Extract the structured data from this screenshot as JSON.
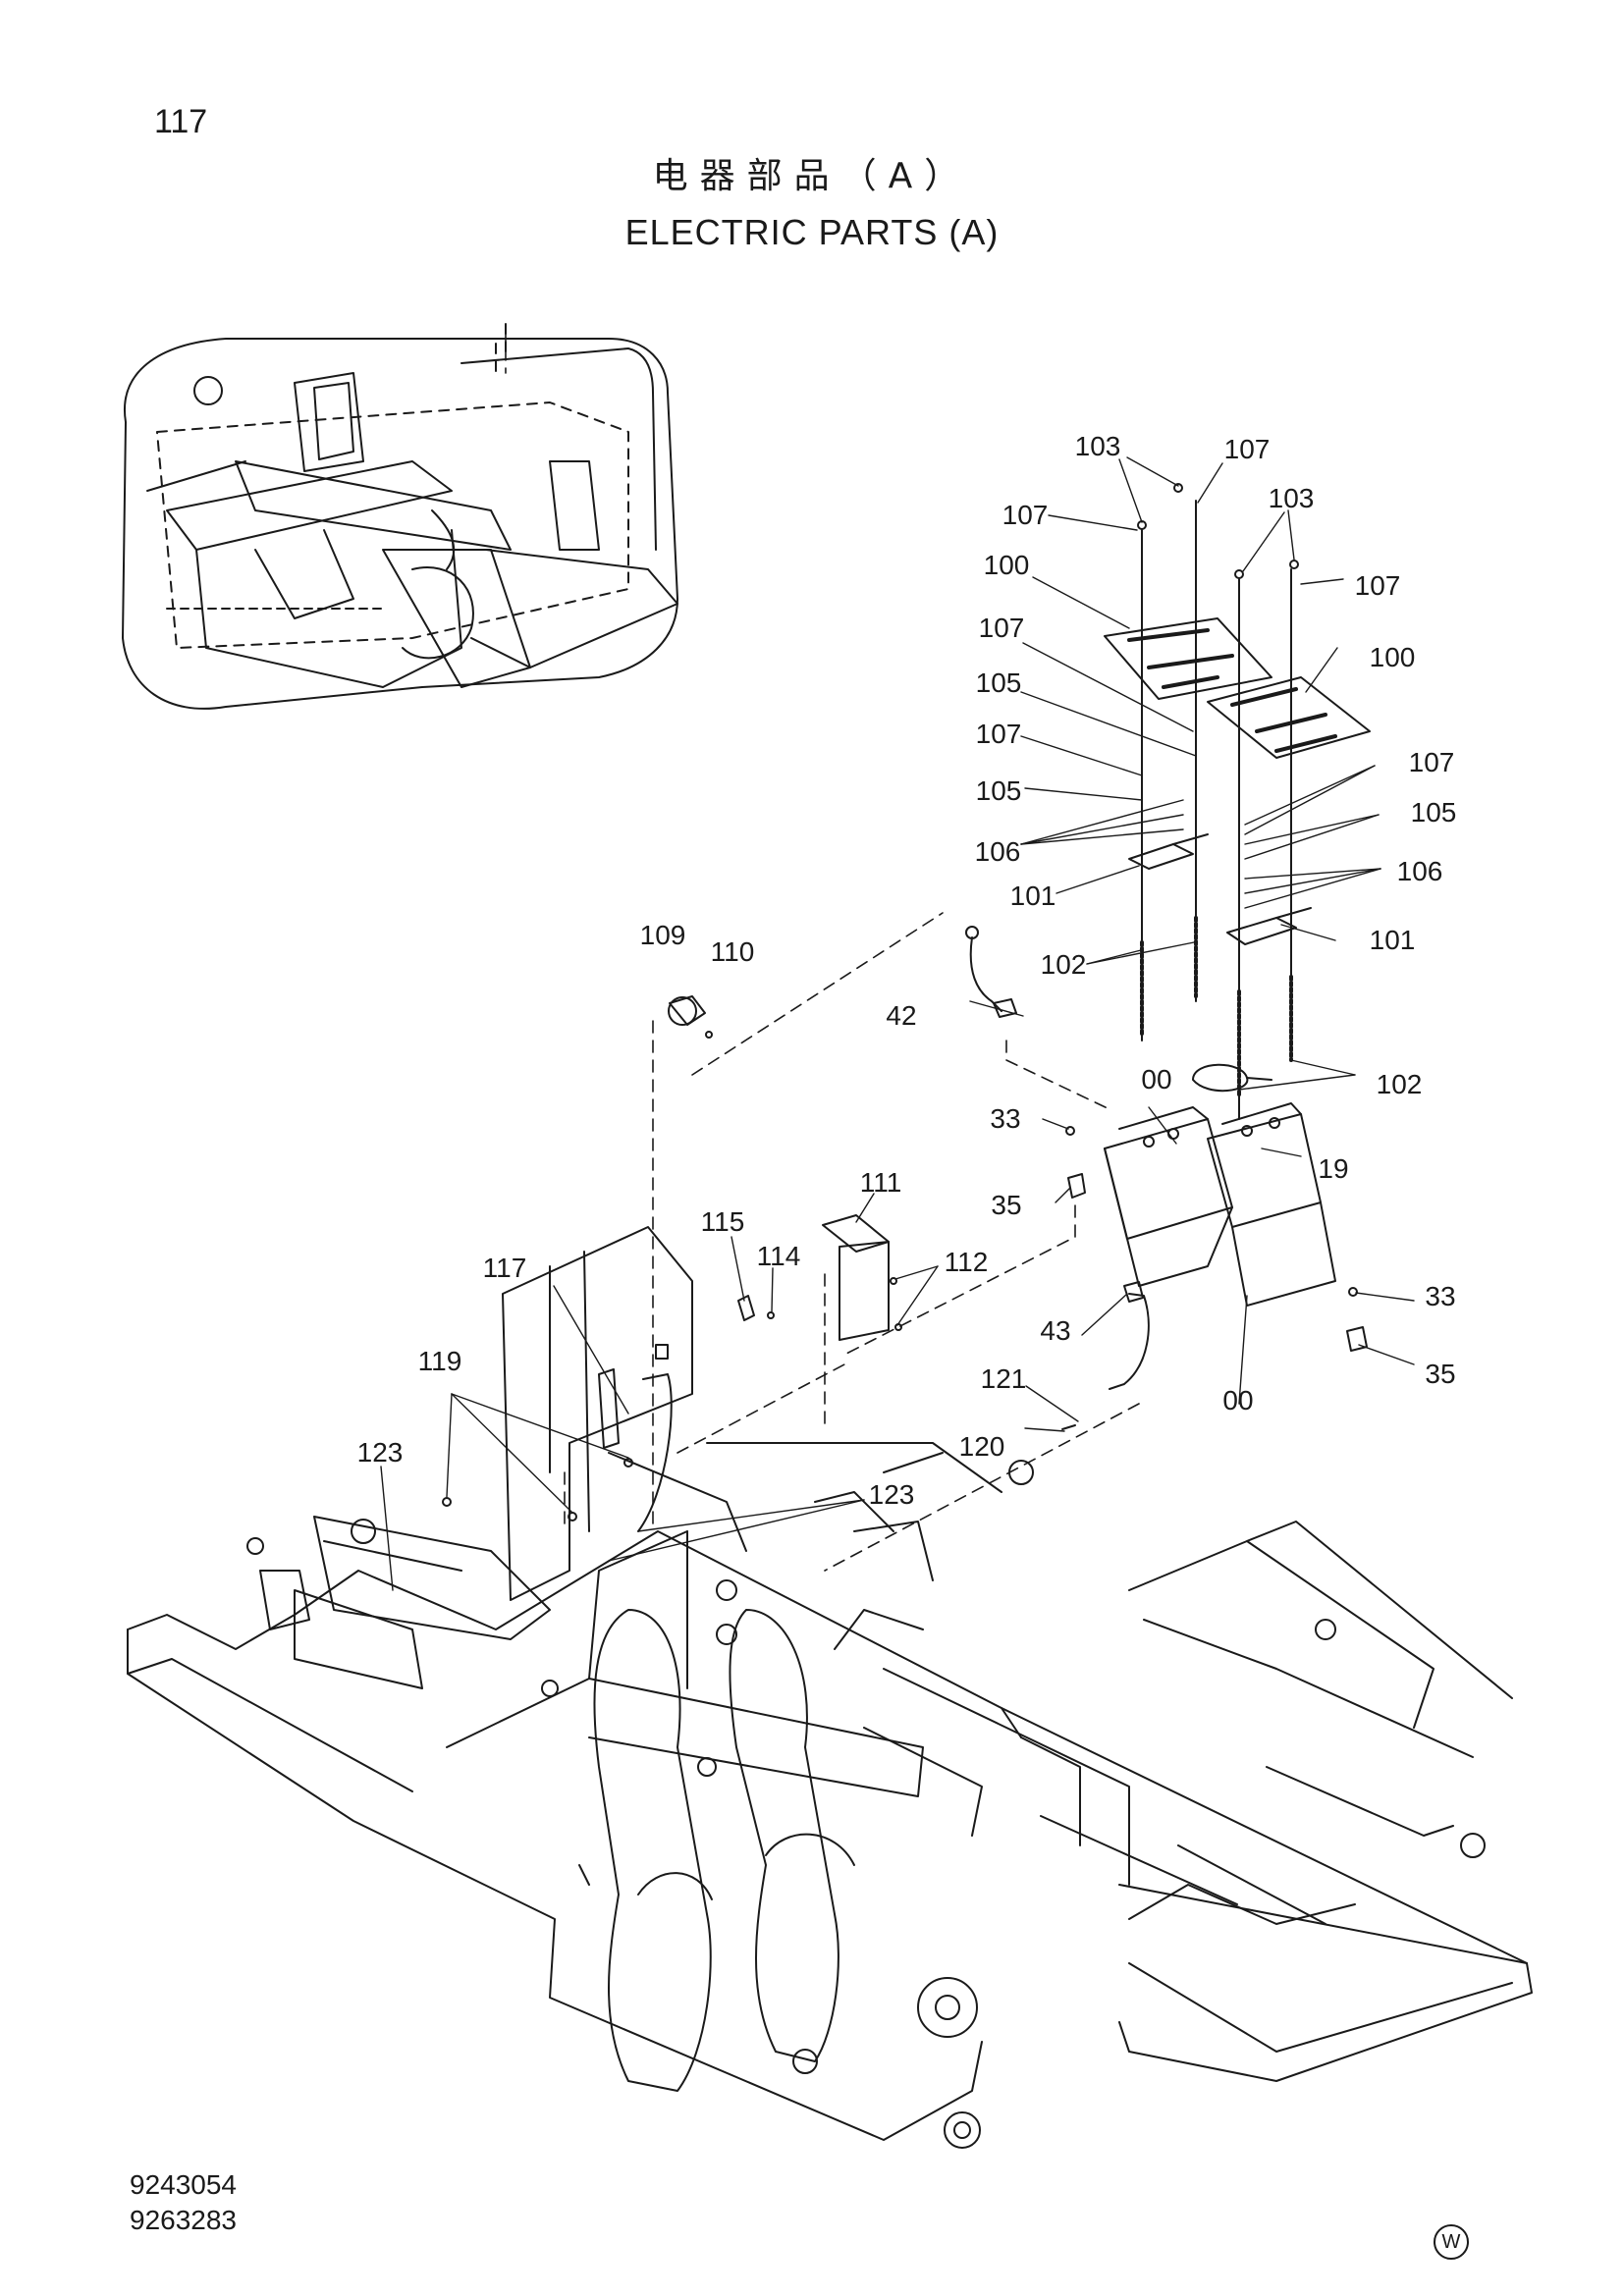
{
  "page": {
    "number": "117",
    "title_cn": "电器部品（A）",
    "title_en": "ELECTRIC PARTS (A)",
    "doc_numbers": [
      "9243054",
      "9263283"
    ],
    "mark": "W"
  },
  "callouts": [
    "103",
    "107",
    "107",
    "103",
    "107",
    "100",
    "107",
    "100",
    "105",
    "107",
    "107",
    "105",
    "105",
    "106",
    "106",
    "101",
    "101",
    "109",
    "110",
    "102",
    "42",
    "102",
    "00",
    "33",
    "19",
    "35",
    "111",
    "115",
    "114",
    "112",
    "117",
    "33",
    "43",
    "35",
    "121",
    "00",
    "119",
    "120",
    "123",
    "123"
  ],
  "colors": {
    "ink": "#1a1a1a",
    "paper": "#ffffff"
  }
}
